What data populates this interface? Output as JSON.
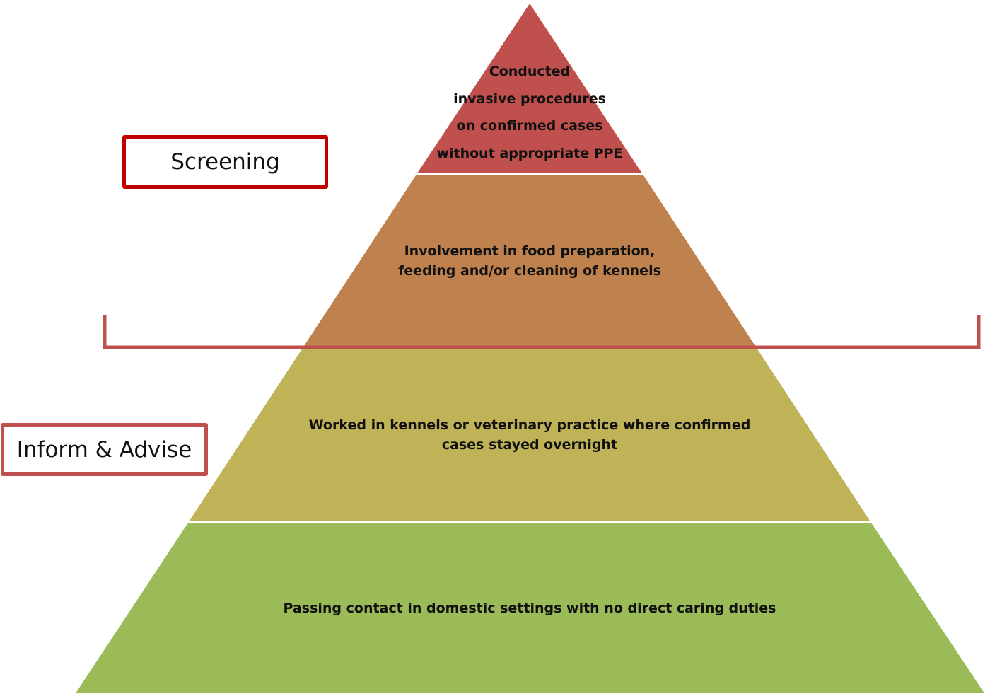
{
  "colors": {
    "tier1": "#C0504D",
    "tier2": "#BF824F",
    "tier3": "#BFB257",
    "tier4": "#9BBB59",
    "screening_border": "#C00000",
    "inform_border": "#C0504D",
    "bracket": "#C0504D"
  },
  "tiers": [
    {
      "lines": [
        "Conducted",
        "invasive procedures",
        "on confirmed cases",
        "without appropriate PPE"
      ]
    },
    {
      "lines": [
        "Involvement in food preparation,",
        "feeding and/or cleaning of kennels"
      ]
    },
    {
      "lines": [
        "Worked in kennels or veterinary practice  where confirmed",
        "cases stayed overnight"
      ]
    },
    {
      "lines": [
        "Passing contact in domestic settings with no direct caring duties"
      ]
    }
  ],
  "labels": {
    "screening": "Screening",
    "inform_advise": "Inform & Advise"
  }
}
